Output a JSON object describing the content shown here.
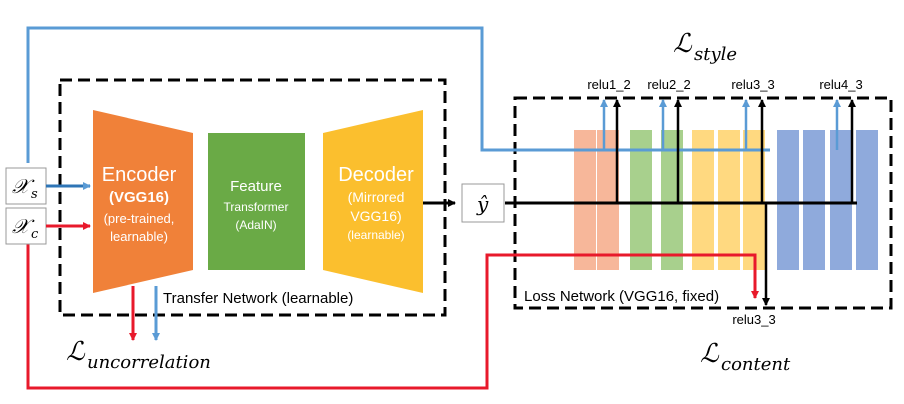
{
  "inputs": {
    "style": {
      "symbol": "𝒳",
      "sub": "s"
    },
    "content": {
      "symbol": "𝒳",
      "sub": "c"
    }
  },
  "encoder": {
    "title": "Encoder",
    "line2": "(VGG16)",
    "line3": "(pre-trained,",
    "line4": "learnable)",
    "color": "#F08139"
  },
  "transformer": {
    "line1": "Feature",
    "line2": "Transformer",
    "line3": "(AdaIN)",
    "color": "#6AAA46"
  },
  "decoder": {
    "title": "Decoder",
    "line2": "(Mirrored",
    "line3": "VGG16)",
    "line4": "(learnable)",
    "color": "#FBBF2E"
  },
  "transfer_network_label": "Transfer Network (learnable)",
  "output": {
    "symbol": "ŷ"
  },
  "loss_network": {
    "label": "Loss Network (VGG16, fixed)",
    "layer_colors": [
      "#F7B79A",
      "#F7B79A",
      "#A8D08D",
      "#A8D08D",
      "#FFD980",
      "#FFD980",
      "#FFD980",
      "#8FAADC",
      "#8FAADC",
      "#8FAADC",
      "#8FAADC"
    ]
  },
  "relu_labels": {
    "r1": "relu1_2",
    "r2": "relu2_2",
    "r3": "relu3_3",
    "r4": "relu4_3",
    "content": "relu3_3"
  },
  "losses": {
    "style": {
      "symbol": "ℒ",
      "sub": "style"
    },
    "content": {
      "symbol": "ℒ",
      "sub": "content"
    },
    "uncorrelation": {
      "symbol": "ℒ",
      "sub": "uncorrelation"
    }
  },
  "colors": {
    "style_path": "#5A9BD5",
    "content_path": "#E8192B",
    "main_path": "#000000"
  }
}
